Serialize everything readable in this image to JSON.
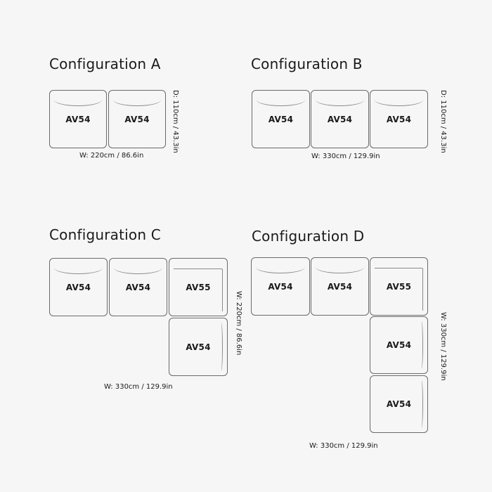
{
  "configurations": [
    {
      "title": "Configuration A",
      "modules": [
        "AV54",
        "AV54"
      ],
      "width_label": "W: 220cm / 86.6in",
      "depth_label": "D: 110cm / 43.3in"
    },
    {
      "title": "Configuration B",
      "modules": [
        "AV54",
        "AV54",
        "AV54"
      ],
      "width_label": "W: 330cm / 129.9in",
      "depth_label": "D: 110cm / 43.3in"
    },
    {
      "title": "Configuration C",
      "modules": [
        "AV54",
        "AV54",
        "AV55",
        "AV54"
      ],
      "width_label": "W: 330cm / 129.9in",
      "side_label": "W: 220cm / 86.6in"
    },
    {
      "title": "Configuration D",
      "modules": [
        "AV54",
        "AV54",
        "AV55",
        "AV54",
        "AV54"
      ],
      "width_label": "W: 330cm / 129.9in",
      "side_label": "W: 330cm / 129.9in"
    }
  ]
}
